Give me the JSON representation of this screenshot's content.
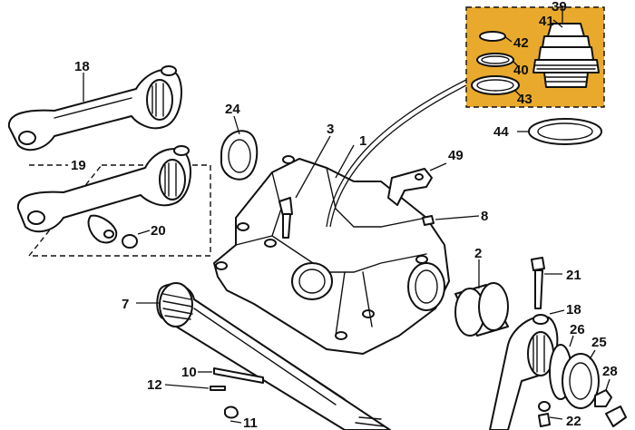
{
  "accent_box_color": "#E9A92C",
  "labels": {
    "p1": "1",
    "p2": "2",
    "p3": "3",
    "p7": "7",
    "p8": "8",
    "p10": "10",
    "p11": "11",
    "p12": "12",
    "p18a": "18",
    "p18b": "18",
    "p19": "19",
    "p20": "20",
    "p21": "21",
    "p22": "22",
    "p24": "24",
    "p25": "25",
    "p26": "26",
    "p28": "28",
    "p39": "39",
    "p40": "40",
    "p41": "41",
    "p42": "42",
    "p43": "43",
    "p44": "44",
    "p49": "49"
  }
}
